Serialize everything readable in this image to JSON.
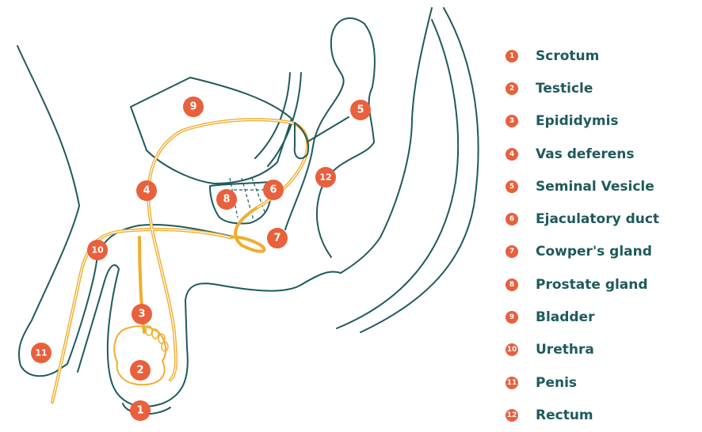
{
  "colors": {
    "outline": "#1f5a5c",
    "duct": "#f0ad2e",
    "badge": "#e8603c",
    "text": "#1f5a5c"
  },
  "legend": [
    {
      "num": "1",
      "label": "Scrotum"
    },
    {
      "num": "2",
      "label": "Testicle"
    },
    {
      "num": "3",
      "label": "Epididymis"
    },
    {
      "num": "4",
      "label": "Vas deferens"
    },
    {
      "num": "5",
      "label": "Seminal Vesicle"
    },
    {
      "num": "6",
      "label": "Ejaculatory duct"
    },
    {
      "num": "7",
      "label": "Cowper's gland"
    },
    {
      "num": "8",
      "label": "Prostate gland"
    },
    {
      "num": "9",
      "label": "Bladder"
    },
    {
      "num": "10",
      "label": "Urethra"
    },
    {
      "num": "11",
      "label": "Penis"
    },
    {
      "num": "12",
      "label": "Rectum"
    }
  ],
  "diagram_badges": [
    "9",
    "5",
    "4",
    "8",
    "6",
    "12",
    "7",
    "10",
    "3",
    "11",
    "2",
    "1"
  ]
}
